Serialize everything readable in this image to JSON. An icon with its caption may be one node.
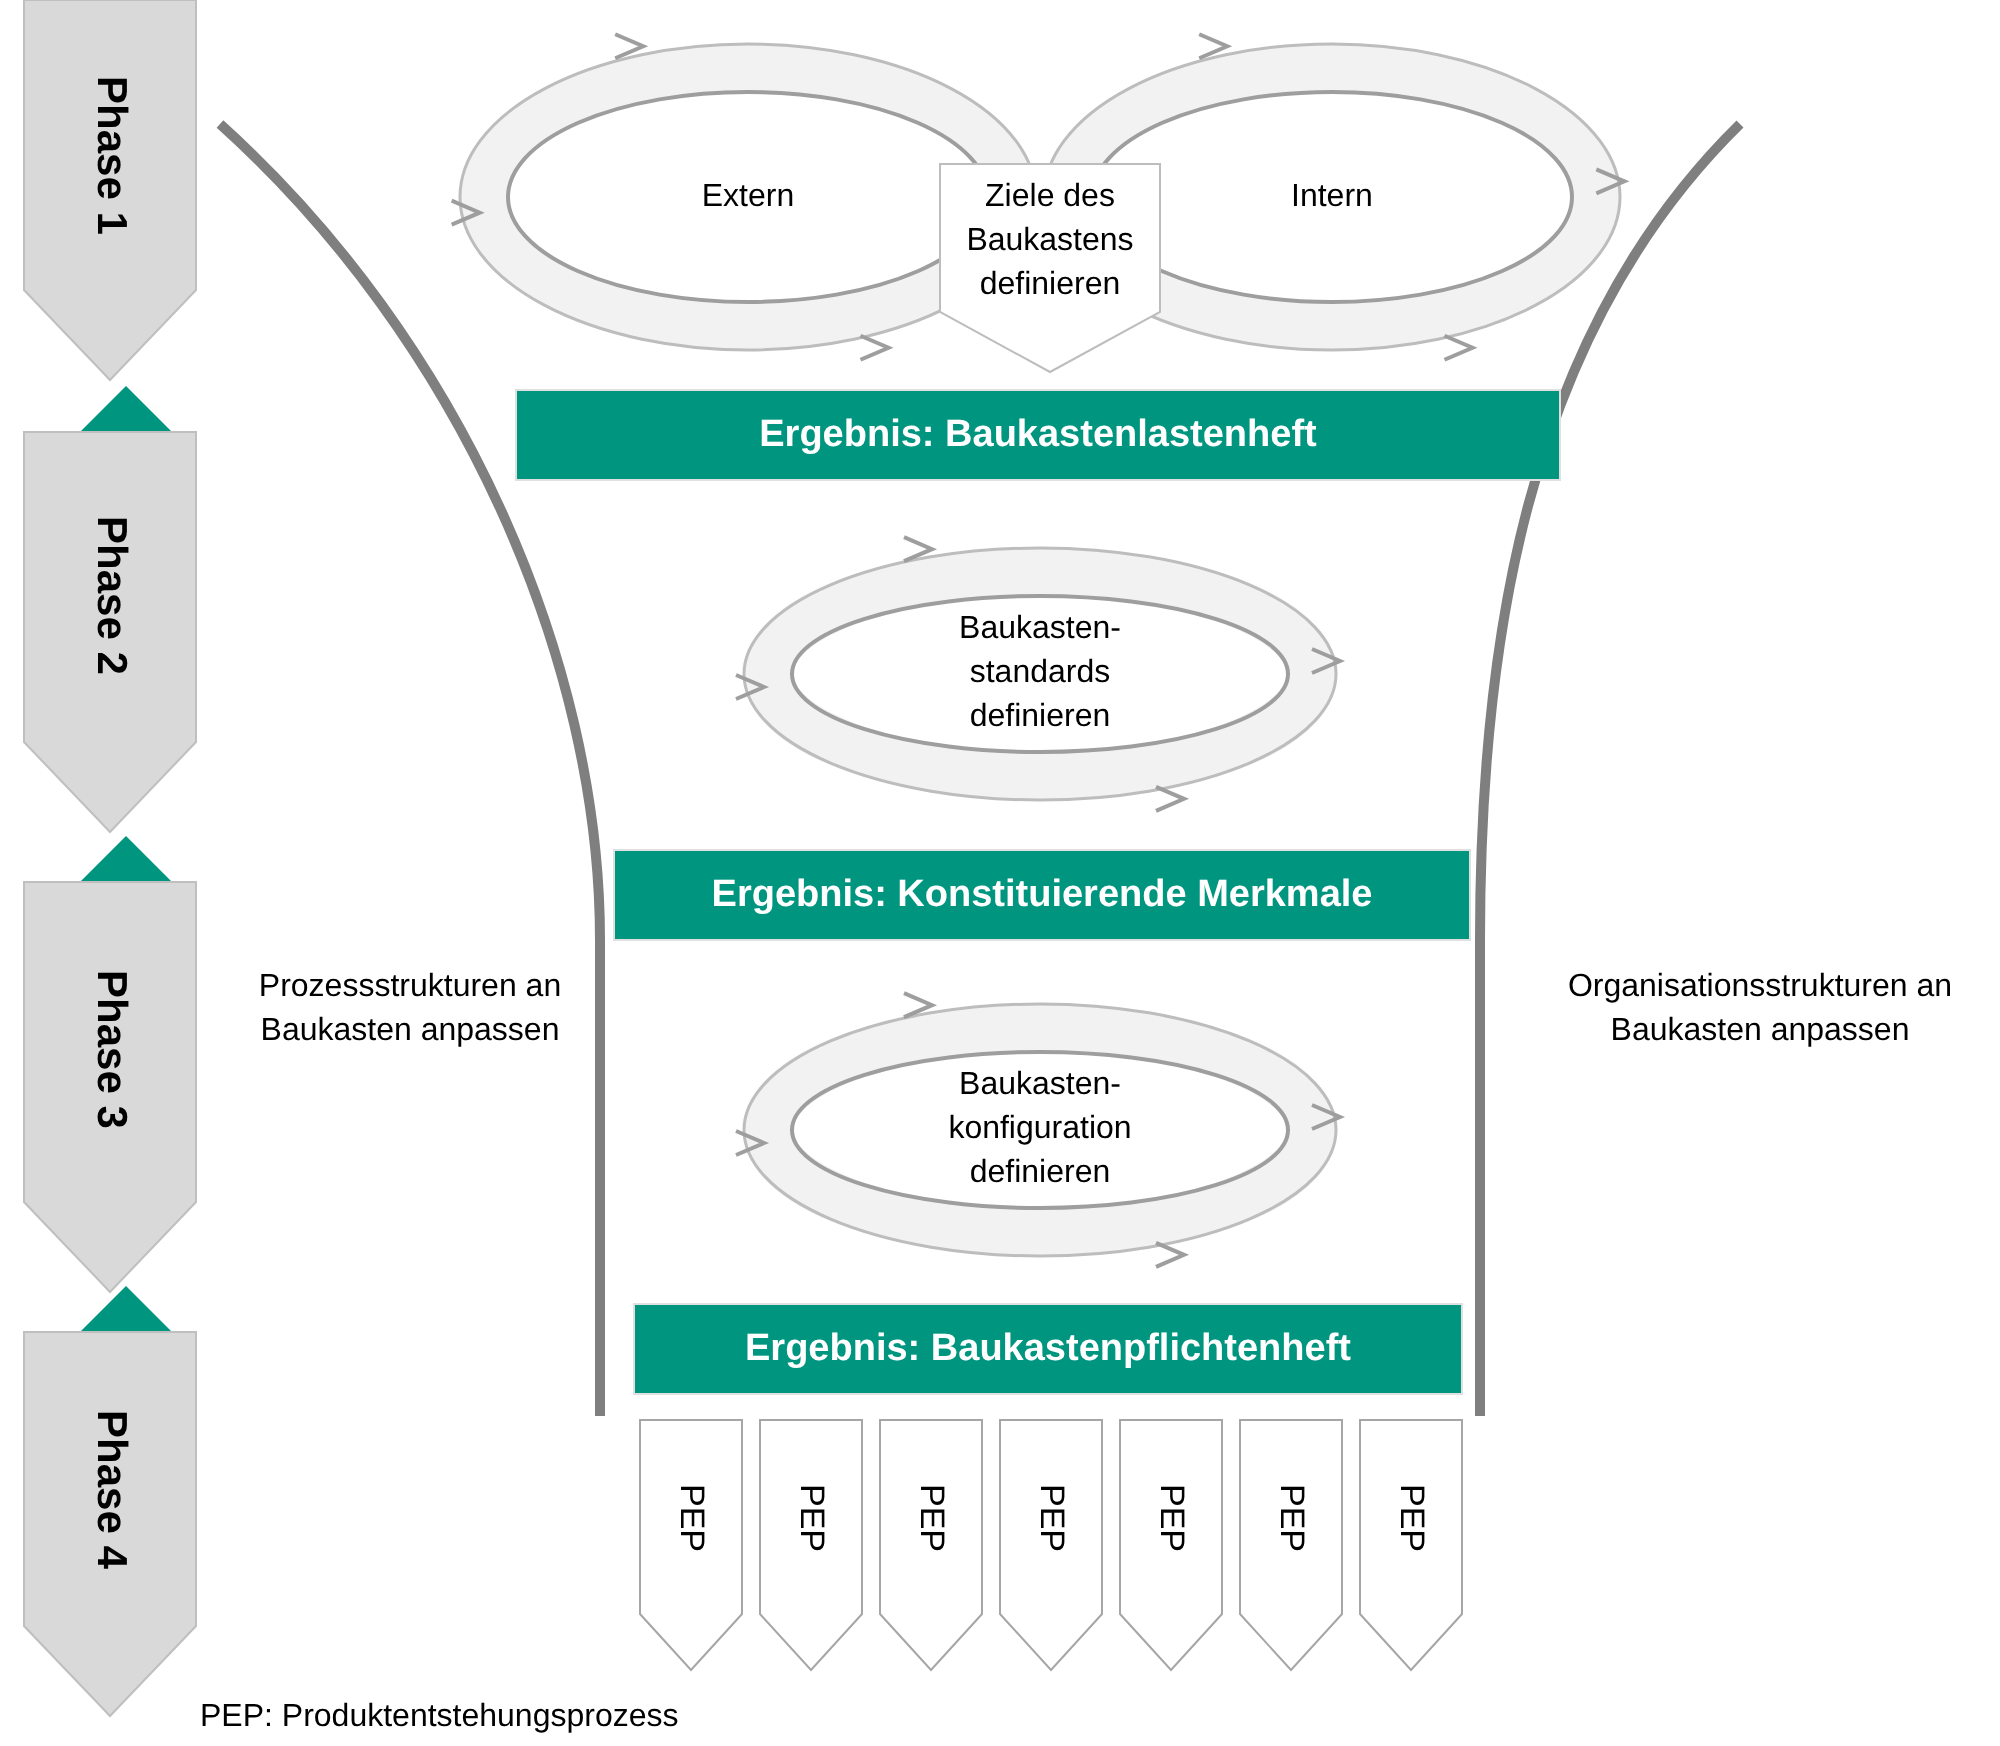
{
  "diagram": {
    "nodes": [
      {
        "text": [
          "Phase 1"
        ]
      },
      {
        "text": [],
        "shape": "diamond"
      },
      {
        "text": [
          "Phase 2"
        ]
      },
      {
        "text": [],
        "shape": "diamond"
      },
      {
        "text": [
          "Phase 3"
        ]
      },
      {
        "text": [],
        "shape": "diamond"
      },
      {
        "text": [
          "Phase 4"
        ]
      },
      {
        "text": [
          "Extern"
        ]
      },
      {
        "text": [
          "Ziele des Baukastens definieren"
        ]
      },
      {
        "text": [
          "Intern"
        ]
      },
      {
        "text": [
          "Ergebnis: Baukastenlastenheft"
        ]
      },
      {
        "text": [
          "Baukasten- standards definieren"
        ]
      },
      {
        "text": [
          "Ergebnis: Konstituierende Merkmale"
        ]
      },
      {
        "text": [
          "Baukasten- konfiguration definieren"
        ]
      },
      {
        "text": [
          "Ergebnis: Baukastenpflichtenheft"
        ]
      },
      {
        "text": [
          "PEP"
        ]
      },
      {
        "text": [
          "PEP"
        ]
      },
      {
        "text": [
          "PEP"
        ]
      },
      {
        "text": [
          "PEP"
        ]
      },
      {
        "text": [
          "PEP"
        ]
      },
      {
        "text": [
          "PEP"
        ]
      },
      {
        "text": [
          "PEP"
        ]
      }
    ],
    "labels": [
      "Prozessstrukturen an Baukasten anpassen",
      "Organisationsstrukturen an Baukasten anpassen",
      "PEP: Produktentstehungsprozess"
    ]
  }
}
